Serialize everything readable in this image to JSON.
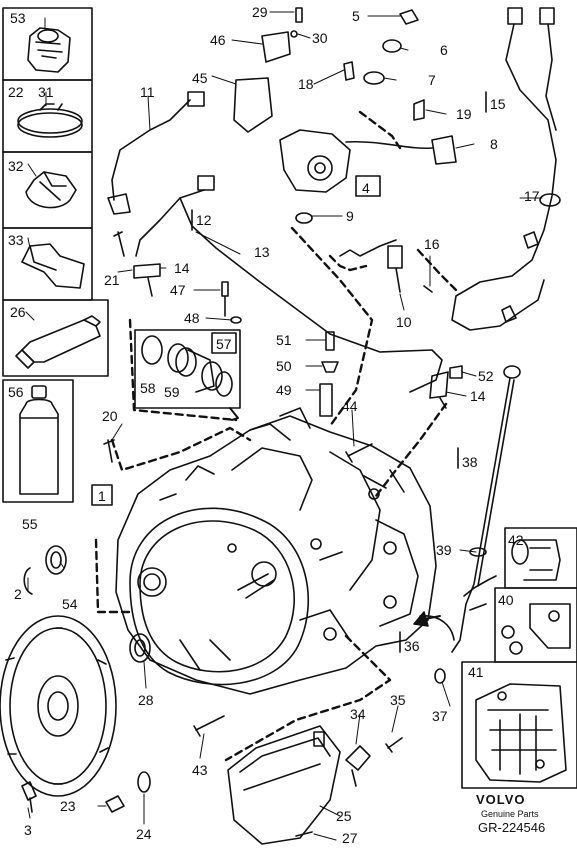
{
  "diagram": {
    "callouts": [
      "53",
      "22",
      "31",
      "32",
      "33",
      "26",
      "56",
      "20",
      "1",
      "55",
      "2",
      "54",
      "28",
      "3",
      "23",
      "24",
      "43",
      "11",
      "21",
      "14",
      "47",
      "48",
      "57",
      "58",
      "59",
      "46",
      "45",
      "29",
      "30",
      "18",
      "5",
      "6",
      "7",
      "19",
      "8",
      "15",
      "17",
      "4",
      "9",
      "12",
      "13",
      "16",
      "10",
      "51",
      "50",
      "49",
      "52",
      "44",
      "38",
      "39",
      "42",
      "40",
      "41",
      "36",
      "37",
      "35",
      "34",
      "25",
      "27"
    ],
    "brand": {
      "name": "VOLVO",
      "tagline": "Genuine Parts",
      "reference": "GR-224546"
    }
  },
  "colors": {
    "line": "#111111",
    "background": "#ffffff"
  }
}
